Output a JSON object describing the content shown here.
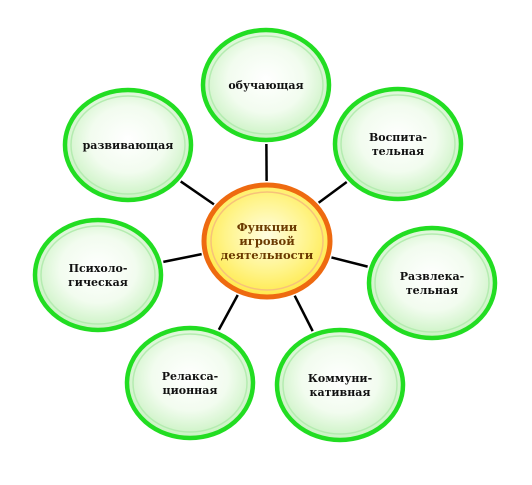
{
  "center": {
    "lines": [
      "Функции",
      "игровой",
      "деятельности"
    ]
  },
  "nodes": [
    {
      "id": "obuchayushchaya",
      "lines": [
        "обучающая"
      ]
    },
    {
      "id": "vospitatelnaya",
      "lines": [
        "Воспита-",
        "тельная"
      ]
    },
    {
      "id": "razvlekatelnaya",
      "lines": [
        "Развлека-",
        "тельная"
      ]
    },
    {
      "id": "kommunikativnaya",
      "lines": [
        "Коммуни-",
        "кативная"
      ]
    },
    {
      "id": "relaksatsionnaya",
      "lines": [
        "Релакса-",
        "ционная"
      ]
    },
    {
      "id": "psikhologicheskaya",
      "lines": [
        "Психоло-",
        "гическая"
      ]
    },
    {
      "id": "razvivayushchaya",
      "lines": [
        "развивающая"
      ]
    }
  ],
  "colors": {
    "outer_ring": "#22dd22",
    "outer_fill_center": "#ffffff",
    "outer_fill_edge": "#c8f2c0",
    "center_ring": "#ee6a10",
    "center_fill_light": "#fffde0",
    "center_fill_dark": "#fff066",
    "connector": "#000000"
  }
}
